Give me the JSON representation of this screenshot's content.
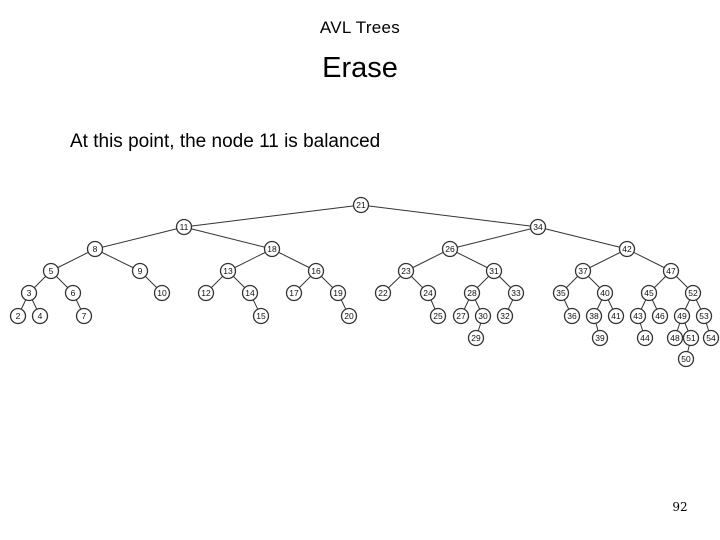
{
  "slide": {
    "title": "AVL Trees",
    "subtitle": "Erase",
    "caption": "At this point, the node 11 is balanced",
    "page_number": "92"
  },
  "tree": {
    "edges": [
      [
        "21",
        "11"
      ],
      [
        "21",
        "34"
      ],
      [
        "11",
        "8"
      ],
      [
        "11",
        "18"
      ],
      [
        "8",
        "5"
      ],
      [
        "8",
        "9"
      ],
      [
        "5",
        "3"
      ],
      [
        "5",
        "6"
      ],
      [
        "3",
        "2"
      ],
      [
        "3",
        "4"
      ],
      [
        "6",
        "7"
      ],
      [
        "9",
        "10"
      ],
      [
        "18",
        "13"
      ],
      [
        "18",
        "16"
      ],
      [
        "13",
        "12"
      ],
      [
        "13",
        "14"
      ],
      [
        "14",
        "15"
      ],
      [
        "16",
        "17"
      ],
      [
        "16",
        "19"
      ],
      [
        "19",
        "20"
      ],
      [
        "34",
        "26"
      ],
      [
        "34",
        "42"
      ],
      [
        "26",
        "23"
      ],
      [
        "26",
        "31"
      ],
      [
        "23",
        "22"
      ],
      [
        "23",
        "24"
      ],
      [
        "24",
        "25"
      ],
      [
        "31",
        "28"
      ],
      [
        "31",
        "33"
      ],
      [
        "28",
        "27"
      ],
      [
        "28",
        "30"
      ],
      [
        "30",
        "29"
      ],
      [
        "33",
        "32"
      ],
      [
        "42",
        "37"
      ],
      [
        "42",
        "47"
      ],
      [
        "37",
        "35"
      ],
      [
        "37",
        "40"
      ],
      [
        "35",
        "36"
      ],
      [
        "40",
        "38"
      ],
      [
        "40",
        "41"
      ],
      [
        "38",
        "39"
      ],
      [
        "47",
        "45"
      ],
      [
        "47",
        "52"
      ],
      [
        "45",
        "43"
      ],
      [
        "45",
        "46"
      ],
      [
        "43",
        "44"
      ],
      [
        "52",
        "49"
      ],
      [
        "52",
        "53"
      ],
      [
        "49",
        "48"
      ],
      [
        "49",
        "51"
      ],
      [
        "51",
        "50"
      ],
      [
        "53",
        "54"
      ]
    ]
  }
}
